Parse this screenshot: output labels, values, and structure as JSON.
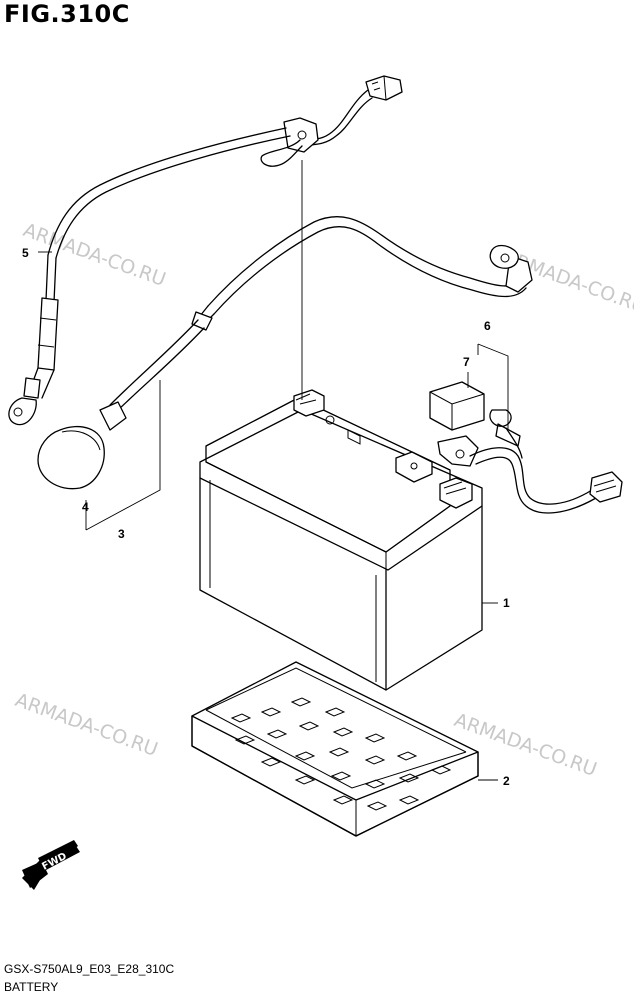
{
  "figure": {
    "title": "FIG.310C",
    "code": "GSX-S750AL9_E03_E28_310C",
    "name": "BATTERY"
  },
  "watermark": "ARMADA-CO.RU",
  "direction_badge": "FWD",
  "callouts": [
    {
      "number": "1",
      "part": "battery"
    },
    {
      "number": "2",
      "part": "battery-tray"
    },
    {
      "number": "3",
      "part": "negative-cable"
    },
    {
      "number": "4",
      "part": "terminal-cap"
    },
    {
      "number": "5",
      "part": "harness-lead"
    },
    {
      "number": "6",
      "part": "positive-cable"
    },
    {
      "number": "7",
      "part": "relay-cover"
    }
  ]
}
